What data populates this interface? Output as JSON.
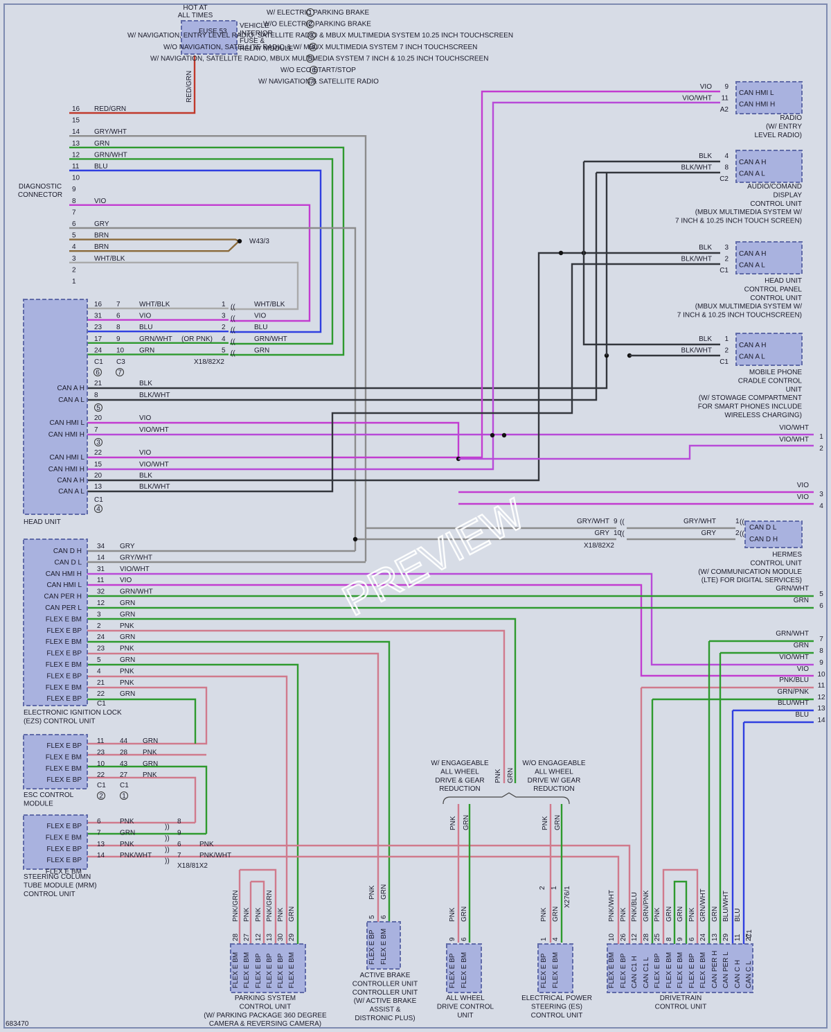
{
  "power": {
    "hot_at_all_times": "HOT AT\nALL TIMES",
    "fuse": "FUSE 53",
    "fuse_box": "VEHICLE\nINTERIOR\nFUSE &\nRELAY MODULE",
    "wire": "RED/GRN"
  },
  "notes": [
    {
      "num": "1",
      "text": "W/ ELECTRIC PARKING BRAKE"
    },
    {
      "num": "2",
      "text": "W/O ELECTRIC PARKING BRAKE"
    },
    {
      "num": "3",
      "text": "W/ NAVIGATION, ENTRY LEVEL RADIO, SATELLITE RADIO & MBUX MULTIMEDIA SYSTEM 10.25 INCH TOUCHSCREEN"
    },
    {
      "num": "4",
      "text": "W/O NAVIGATION, SATELLITE RADIO & W/ MBUX MULTIMEDIA SYSTEM 7 INCH TOUCHSCREEN"
    },
    {
      "num": "5",
      "text": "W/ NAVIGATION, SATELLITE RADIO, MBUX MULTIMEDIA SYSTEM 7 INCH & 10.25 INCH TOUCHSCREEN"
    },
    {
      "num": "6",
      "text": "W/O ECO START/STOP"
    },
    {
      "num": "7",
      "text": "W/ NAVIGATION & SATELLITE RADIO"
    }
  ],
  "diag": {
    "name": "DIAGNOSTIC\nCONNECTOR",
    "pins": [
      "16",
      "15",
      "14",
      "13",
      "12",
      "11",
      "10",
      "9",
      "8",
      "7",
      "6",
      "5",
      "4",
      "3",
      "2",
      "1"
    ],
    "wires": {
      "16": "RED/GRN",
      "14": "GRY/WHT",
      "13": "GRN",
      "12": "GRN/WHT",
      "11": "BLU",
      "8": "VIO",
      "6": "GRY",
      "5": "BRN",
      "4": "BRN",
      "3": "WHT/BLK"
    },
    "splice": "W43/3"
  },
  "head_unit": {
    "name": "HEAD UNIT",
    "block1": [
      {
        "p1": "16",
        "p2": "7",
        "wire": "WHT/BLK",
        "xp": "1",
        "xw": "WHT/BLK"
      },
      {
        "p1": "31",
        "p2": "6",
        "wire": "VIO",
        "xp": "3",
        "xw": "VIO"
      },
      {
        "p1": "23",
        "p2": "8",
        "wire": "BLU",
        "xp": "2",
        "xw": "BLU"
      },
      {
        "p1": "17",
        "p2": "9",
        "wire": "GRN/WHT",
        "xp": "4",
        "xw": "GRN/WHT"
      },
      {
        "p1": "24",
        "p2": "10",
        "wire": "GRN",
        "xp": "5",
        "xw": "GRN"
      }
    ],
    "or_pnk": "(OR PNK)",
    "c1": "C1",
    "c3": "C3",
    "c1n": "6",
    "c3n": "7",
    "x_conn": "X18/82X2",
    "groups": [
      {
        "rows": [
          {
            "label": "CAN A H",
            "pin": "21",
            "wire": "BLK"
          },
          {
            "label": "CAN A L",
            "pin": "8",
            "wire": "BLK/WHT"
          }
        ],
        "note": "5"
      },
      {
        "rows": [
          {
            "label": "CAN HMI L",
            "pin": "20",
            "wire": "VIO"
          },
          {
            "label": "CAN HMI H",
            "pin": "7",
            "wire": "VIO/WHT"
          }
        ],
        "note": "3"
      },
      {
        "rows": [
          {
            "label": "CAN HMI L",
            "pin": "22",
            "wire": "VIO"
          },
          {
            "label": "CAN HMI H",
            "pin": "15",
            "wire": "VIO/WHT"
          },
          {
            "label": "CAN A H",
            "pin": "20",
            "wire": "BLK"
          },
          {
            "label": "CAN A L",
            "pin": "13",
            "wire": "BLK/WHT"
          }
        ],
        "note": "4",
        "conn": "C1"
      }
    ]
  },
  "eis": {
    "name": "ELECTRONIC IGNITION LOCK\n(EZS) CONTROL UNIT",
    "rows": [
      {
        "label": "CAN D H",
        "pin": "34",
        "wire": "GRY"
      },
      {
        "label": "CAN D L",
        "pin": "14",
        "wire": "GRY/WHT"
      },
      {
        "label": "CAN HMI H",
        "pin": "31",
        "wire": "VIO/WHT"
      },
      {
        "label": "CAN HMI L",
        "pin": "11",
        "wire": "VIO"
      },
      {
        "label": "CAN PER H",
        "pin": "32",
        "wire": "GRN/WHT"
      },
      {
        "label": "CAN PER L",
        "pin": "12",
        "wire": "GRN"
      },
      {
        "label": "FLEX E BM",
        "pin": "3",
        "wire": "GRN"
      },
      {
        "label": "FLEX E BP",
        "pin": "2",
        "wire": "PNK"
      },
      {
        "label": "FLEX E BM",
        "pin": "24",
        "wire": "GRN"
      },
      {
        "label": "FLEX E BP",
        "pin": "23",
        "wire": "PNK"
      },
      {
        "label": "FLEX E BM",
        "pin": "5",
        "wire": "GRN"
      },
      {
        "label": "FLEX E BP",
        "pin": "4",
        "wire": "PNK"
      },
      {
        "label": "FLEX E BM",
        "pin": "21",
        "wire": "PNK"
      },
      {
        "label": "FLEX E BP",
        "pin": "22",
        "wire": "GRN"
      }
    ],
    "conn": "C1"
  },
  "esc": {
    "name": "ESC CONTROL\nMODULE",
    "rows": [
      {
        "label": "FLEX E BP",
        "p1": "11",
        "p2": "44",
        "wire": "GRN"
      },
      {
        "label": "FLEX E BM",
        "p1": "23",
        "p2": "28",
        "wire": "PNK"
      },
      {
        "label": "FLEX E BM",
        "p1": "10",
        "p2": "43",
        "wire": "GRN"
      },
      {
        "label": "FLEX E BP",
        "p1": "22",
        "p2": "27",
        "wire": "PNK"
      }
    ],
    "c1": "C1",
    "c2": "C1",
    "n1": "2",
    "n2": "1"
  },
  "mrm": {
    "name": "STEERING COLUMN\nTUBE MODULE (MRM)\nCONTROL UNIT",
    "rows": [
      {
        "label": "FLEX E BP",
        "pin": "6",
        "wire": "PNK",
        "xp": "8"
      },
      {
        "label": "FLEX E BM",
        "pin": "7",
        "wire": "GRN",
        "xp": "9"
      },
      {
        "label": "FLEX E BP",
        "pin": "13",
        "wire": "PNK",
        "xp": "6",
        "xw": "PNK"
      },
      {
        "label": "FLEX E BP",
        "pin": "14",
        "wire": "PNK/WHT",
        "xp": "7",
        "xw": "PNK/WHT"
      },
      {
        "label": "FLEX E BM",
        "pin": "",
        "wire": ""
      }
    ],
    "x_conn": "X18/81X2"
  },
  "right_units": {
    "radio": {
      "name": "RADIO\n(W/ ENTRY\nLEVEL RADIO)",
      "rows": [
        {
          "wire": "VIO",
          "pin": "9",
          "label": "CAN HMI L"
        },
        {
          "wire": "VIO/WHT",
          "pin": "11",
          "label": "CAN HMI H"
        }
      ],
      "conn": "A2"
    },
    "audio": {
      "name": "AUDIO/COMAND\nDISPLAY\nCONTROL UNIT\n(MBUX MULTIMEDIA SYSTEM W/\n7 INCH & 10.25 INCH TOUCH SCREEN)",
      "rows": [
        {
          "wire": "BLK",
          "pin": "4",
          "label": "CAN A H"
        },
        {
          "wire": "BLK/WHT",
          "pin": "8",
          "label": "CAN A L"
        }
      ],
      "conn": "C2"
    },
    "hucp": {
      "name": "HEAD UNIT\nCONTROL PANEL\nCONTROL UNIT\n(MBUX MULTIMEDIA SYSTEM W/\n7 INCH & 10.25 INCH TOUCHSCREEN)",
      "rows": [
        {
          "wire": "BLK",
          "pin": "3",
          "label": "CAN A H"
        },
        {
          "wire": "BLK/WHT",
          "pin": "2",
          "label": "CAN A L"
        }
      ],
      "conn": "C1"
    },
    "mobile": {
      "name": "MOBILE PHONE\nCRADLE CONTROL\nUNIT\n(W/ STOWAGE COMPARTMENT\nFOR SMART PHONES INCLUDE\nWIRELESS CHARGING)",
      "rows": [
        {
          "wire": "BLK",
          "pin": "1",
          "label": "CAN A H"
        },
        {
          "wire": "BLK/WHT",
          "pin": "2",
          "label": "CAN A L"
        }
      ],
      "conn": "C1"
    },
    "hermes": {
      "name": "HERMES\nCONTROL UNIT\n(W/ COMMUNICATION MODULE\n(LTE) FOR DIGITAL SERVICES)",
      "rows": [
        {
          "wire": "GRY/WHT",
          "pin": "1",
          "label": "CAN D L",
          "xp": "9",
          "xw": "GRY/WHT"
        },
        {
          "wire": "GRY",
          "pin": "2",
          "label": "CAN D H",
          "xp": "10",
          "xw": "GRY"
        }
      ],
      "x_conn": "X18/82X2"
    }
  },
  "offpage": [
    {
      "wire": "VIO/WHT",
      "num": "1"
    },
    {
      "wire": "VIO/WHT",
      "num": "2"
    },
    {
      "wire": "VIO",
      "num": "3"
    },
    {
      "wire": "VIO",
      "num": "4"
    },
    {
      "wire": "GRN/WHT",
      "num": "5"
    },
    {
      "wire": "GRN",
      "num": "6"
    },
    {
      "wire": "GRN/WHT",
      "num": "7"
    },
    {
      "wire": "GRN",
      "num": "8"
    },
    {
      "wire": "VIO/WHT",
      "num": "9"
    },
    {
      "wire": "VIO",
      "num": "10"
    },
    {
      "wire": "PNK/BLU",
      "num": "11"
    },
    {
      "wire": "GRN/PNK",
      "num": "12"
    },
    {
      "wire": "BLU/WHT",
      "num": "13"
    },
    {
      "wire": "BLU",
      "num": "14"
    }
  ],
  "options": {
    "left": "W/ ENGAGEABLE\nALL WHEEL\nDRIVE & GEAR\nREDUCTION",
    "right": "W/O ENGAGEABLE\nALL WHEEL\nDRIVE W/ GEAR\nREDUCTION",
    "left_wires": [
      "PNK",
      "GRN"
    ],
    "right_wires": [
      "PNK",
      "GRN"
    ],
    "split_wires": [
      "PNK",
      "GRN"
    ]
  },
  "bottom_units": {
    "parking": {
      "name": "PARKING SYSTEM\nCONTROL UNIT\n(W/ PARKING PACKAGE 360 DEGREE\nCAMERA & REVERSING CAMERA)",
      "wires": [
        "PNK/GRN",
        "PNK",
        "PNK",
        "PNK/GRN",
        "PNK",
        "GRN"
      ],
      "pins": [
        "28",
        "27",
        "12",
        "13",
        "30",
        "29"
      ],
      "labels": [
        "FLEX E BM",
        "FLEX E BM",
        "FLEX E BP",
        "FLEX E BP",
        "FLEX E BP",
        "FLEX E BM"
      ]
    },
    "abc": {
      "name": "ACTIVE BRAKE\nCONTROLLER UNIT\nCONTROLLER UNIT\n(W/ ACTIVE BRAKE\nASSIST &\nDISTRONIC PLUS)",
      "wires": [
        "PNK",
        "GRN"
      ],
      "pins": [
        "5",
        "6"
      ],
      "labels": [
        "FLEX E BP",
        "FLEX E BM"
      ]
    },
    "awd": {
      "name": "ALL WHEEL\nDRIVE CONTROL\nUNIT",
      "wires": [
        "PNK",
        "GRN"
      ],
      "pins": [
        "9",
        "6"
      ],
      "labels": [
        "FLEX E BP",
        "FLEX E BM"
      ]
    },
    "eps": {
      "name": "ELECTRICAL POWER\nSTEERING (ES)\nCONTROL UNIT",
      "wires": [
        "PNK",
        "GRN"
      ],
      "pins": [
        "1",
        "4"
      ],
      "labels": [
        "FLEX E BP",
        "FLEX E BM"
      ],
      "conn_pins": [
        "2",
        "1"
      ],
      "conn": "X276/1"
    },
    "drivetrain": {
      "name": "DRIVETRAIN\nCONTROL UNIT",
      "wires": [
        "PNK/WHT",
        "PNK",
        "PNK/BLU",
        "GRN/PNK",
        "PNK",
        "GRN",
        "GRN",
        "PNK",
        "GRN/WHT",
        "GRN",
        "BLU/WHT",
        "BLU"
      ],
      "pins": [
        "10",
        "26",
        "12",
        "28",
        "25",
        "8",
        "9",
        "6",
        "24",
        "13",
        "29",
        "11",
        "27"
      ],
      "labels": [
        "FLEX E BM",
        "FLEX E BP",
        "CAN C1 H",
        "CAN C1 L",
        "FLEX E BP",
        "FLEX E BM",
        "FLEX E BM",
        "FLEX E BP",
        "FLEX E BM",
        "CAN PER H",
        "CAN PER L",
        "CAN C H",
        "CAN C L"
      ],
      "conn": "C1"
    }
  },
  "ref": "683470",
  "watermark": "PREVIEW"
}
